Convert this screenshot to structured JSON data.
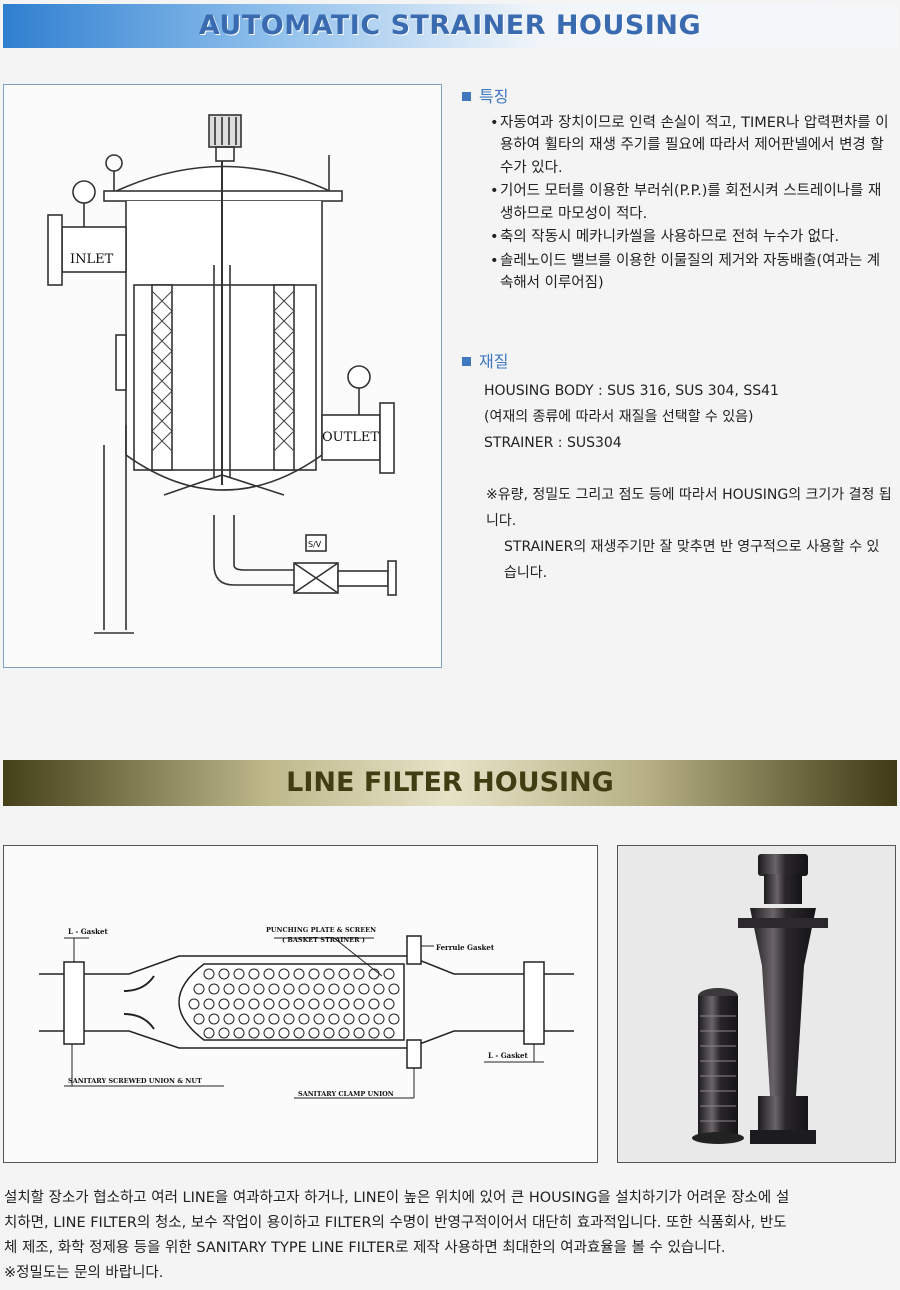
{
  "header": {
    "title": "AUTOMATIC STRAINER HOUSING"
  },
  "diagram1": {
    "inlet": "INLET",
    "outlet": "OUTLET",
    "valve": "S/V"
  },
  "features": {
    "heading": "특징",
    "items": [
      "자동여과 장치이므로 인력 손실이 적고, TIMER나 압력편차를 이용하여 휠타의 재생 주기를 필요에 따라서 제어판넬에서 변경 할 수가 있다.",
      "기어드 모터를 이용한 부러쉬(P.P.)를 회전시켜 스트레이나를 재생하므로 마모성이 적다.",
      "축의 작동시 메카니카씰을 사용하므로 전혀 누수가 없다.",
      "솔레노이드 밸브를 이용한 이물질의 제거와 자동배출(여과는 계속해서 이루어짐)"
    ]
  },
  "material": {
    "heading": "재질",
    "lines": [
      "HOUSING BODY : SUS 316, SUS 304, SS41",
      "(여재의 종류에 따라서 재질을 선택할 수 있음)",
      "STRAINER : SUS304"
    ]
  },
  "note": {
    "line1": "※유량, 정밀도 그리고 점도 등에 따라서 HOUSING의 크기가 결정 됩니다.",
    "line2": "STRAINER의 재생주기만 잘 맞추면 반 영구적으로 사용할 수 있습니다."
  },
  "section2": {
    "title": "LINE FILTER HOUSING"
  },
  "diagram2": {
    "l_gasket_left": "L - Gasket",
    "punching": "PUNCHING PLATE & SCREEN",
    "basket": "( BASKET STRAINER )",
    "ferrule": "Ferrule Gasket",
    "l_gasket_right": "L - Gasket",
    "screwed_union": "SANITARY SCREWED UNION & NUT",
    "clamp_union": "SANITARY CLAMP UNION"
  },
  "description": {
    "lines": [
      "설치할 장소가 협소하고 여러 LINE을 여과하고자 하거나, LINE이 높은 위치에 있어 큰 HOUSING을 설치하기가 어려운 장소에 설",
      "치하면, LINE FILTER의 청소, 보수 작업이 용이하고 FILTER의 수명이 반영구적이어서 대단히 효과적입니다. 또한 식품회사, 반도",
      "체 제조, 화학 정제용 등을 위한 SANITARY TYPE LINE FILTER로 제작 사용하면 최대한의 여과효율을 볼 수 있습니다.",
      "※정밀도는 문의 바랍니다."
    ]
  }
}
